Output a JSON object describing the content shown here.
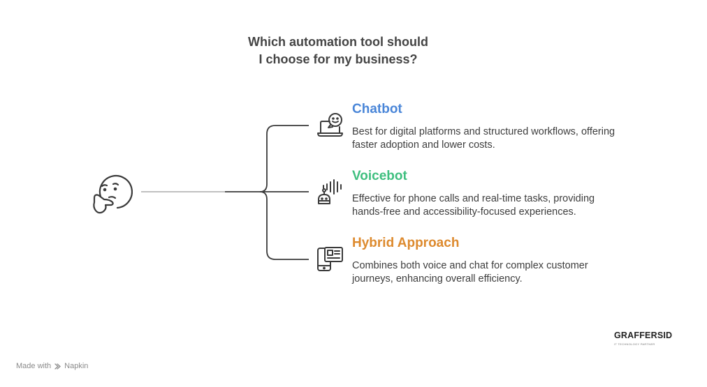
{
  "title": {
    "line1": "Which automation tool should",
    "line2": "I choose for my business?"
  },
  "options": [
    {
      "title": "Chatbot",
      "color": "#4a86d8",
      "desc_line1": "Best for digital platforms and structured workflows, offering",
      "desc_line2": "faster adoption and lower costs.",
      "icon": "laptop-chat-icon"
    },
    {
      "title": "Voicebot",
      "color": "#3fbf7f",
      "desc_line1": "Effective for phone calls and real-time tasks, providing",
      "desc_line2": "hands-free and accessibility-focused experiences.",
      "icon": "robot-voice-icon"
    },
    {
      "title": "Hybrid Approach",
      "color": "#dd8a2e",
      "desc_line1": "Combines both voice and chat for complex customer",
      "desc_line2": "journeys, enhancing overall efficiency.",
      "icon": "phone-document-icon"
    }
  ],
  "root_icon": "thinking-face-icon",
  "footer": {
    "made_with": "Made with",
    "tool": "Napkin",
    "brand": "GRAFFERSID",
    "brand_tagline": "IT TECHNOLOGY PARTNER"
  }
}
